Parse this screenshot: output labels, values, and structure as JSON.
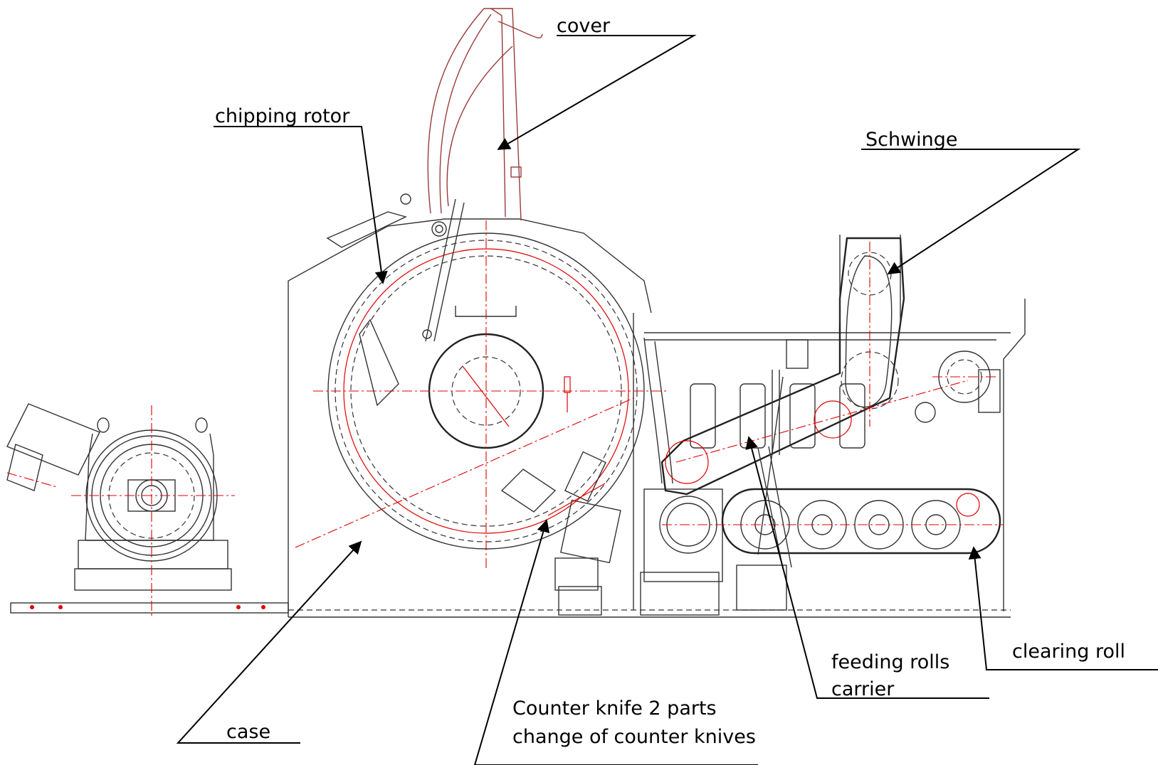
{
  "labels": {
    "cover": "cover",
    "chipping_rotor": "chipping rotor",
    "schwinge": "Schwinge",
    "feeding_rolls_line1": "feeding rolls",
    "feeding_rolls_line2": "carrier",
    "clearing_roll": "clearing roll",
    "counter_knife_line1": "Counter knife 2 parts",
    "counter_knife_line2": "change of counter knives",
    "case": "case"
  },
  "colors": {
    "outline": "#333333",
    "centerline": "#e00000",
    "cover": "#9a3a3a",
    "leader": "#000000"
  }
}
